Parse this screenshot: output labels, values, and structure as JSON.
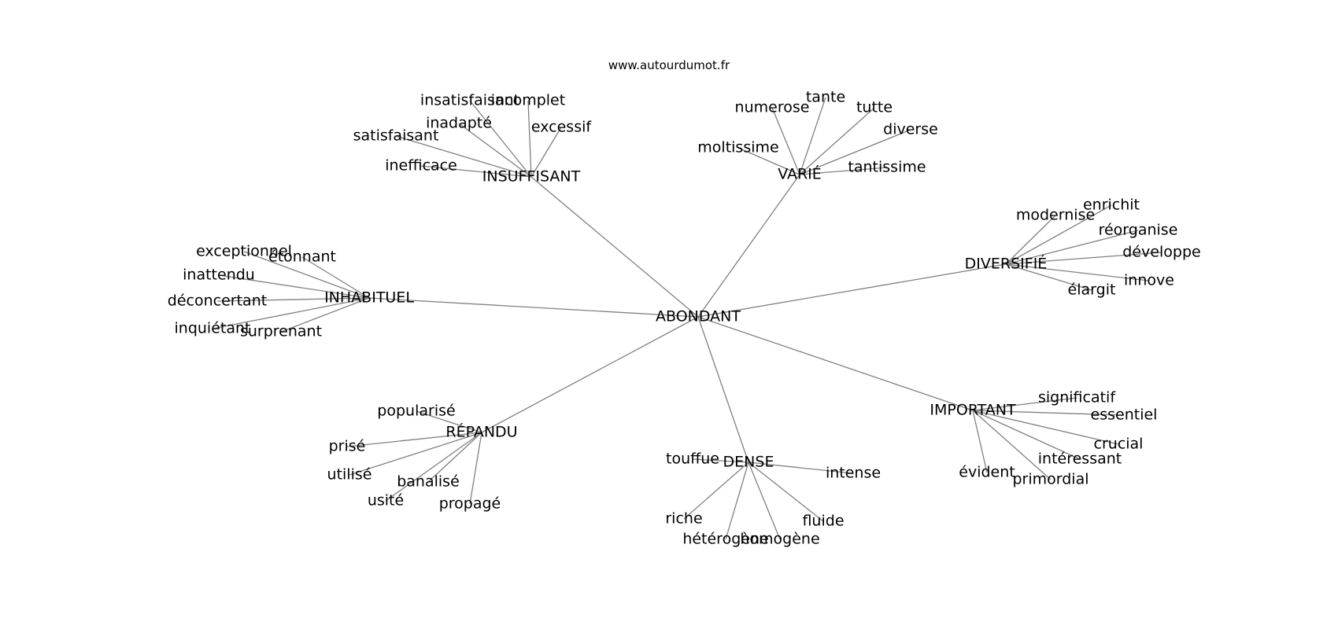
{
  "source": "www.autourdumot.fr",
  "colors": {
    "edge": "#808080",
    "text": "#000000",
    "background": "#ffffff"
  },
  "graph": {
    "center": "ABONDANT",
    "clusters": [
      {
        "id": "insuffisant",
        "label": "INSUFFISANT",
        "words": [
          "insatisfaisant",
          "incomplet",
          "inadapté",
          "excessif",
          "satisfaisant",
          "inefficace"
        ]
      },
      {
        "id": "varie",
        "label": "VARIÉ",
        "words": [
          "tante",
          "numerose",
          "tutte",
          "diverse",
          "moltissime",
          "tantissime"
        ]
      },
      {
        "id": "diversifie",
        "label": "DIVERSIFIÉ",
        "words": [
          "enrichit",
          "modernise",
          "réorganise",
          "développe",
          "innove",
          "élargit"
        ]
      },
      {
        "id": "inhabituel",
        "label": "INHABITUEL",
        "words": [
          "exceptionnel",
          "étonnant",
          "inattendu",
          "déconcertant",
          "inquiétant",
          "surprenant"
        ]
      },
      {
        "id": "repandu",
        "label": "RÉPANDU",
        "words": [
          "popularisé",
          "prisé",
          "utilisé",
          "banalisé",
          "usité",
          "propagé"
        ]
      },
      {
        "id": "dense",
        "label": "DENSE",
        "words": [
          "touffue",
          "intense",
          "riche",
          "fluide",
          "hétérogène",
          "homogène"
        ]
      },
      {
        "id": "important",
        "label": "IMPORTANT",
        "words": [
          "significatif",
          "essentiel",
          "crucial",
          "intéressant",
          "évident",
          "primordial"
        ]
      }
    ]
  }
}
